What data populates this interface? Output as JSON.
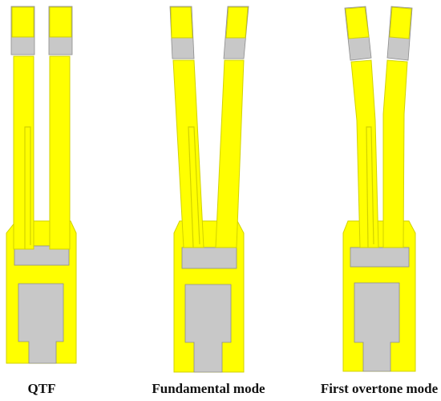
{
  "colors": {
    "electrode": "#ffff00",
    "electrode_edge": "#d2d200",
    "quartz": "#c8c8c8",
    "quartz_edge": "#8c8c8c",
    "background": "#ffffff"
  },
  "panels": [
    {
      "id": "qtf",
      "label": "QTF"
    },
    {
      "id": "fundamental",
      "label": "Fundamental mode"
    },
    {
      "id": "overtone",
      "label": "First overtone mode"
    }
  ]
}
